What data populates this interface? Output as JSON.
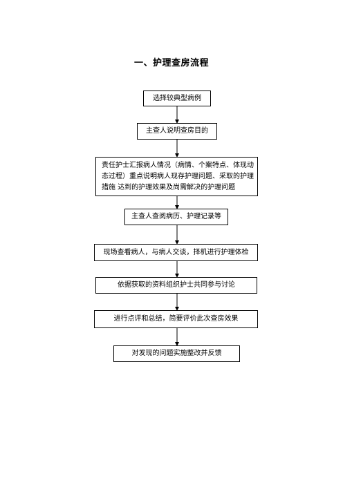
{
  "title": "一、护理查房流程",
  "steps": [
    "选择较典型病例",
    "主查人说明查房目的",
    "责任护士汇报病人情况（病情、个案特点、体现动态过程）重点说明病人现存护理问题、采取的护理措施 达到的护理效果及尚需解决的护理问题",
    "主查人查阅病历、护理记录等",
    "现场查看病人，与病人交谈，择机进行护理体检",
    "依据获取的资料组织护士共同参与讨论",
    "进行点评和总结，简要评价此次查房效果",
    "对发现的问题实施整改并反馈"
  ]
}
